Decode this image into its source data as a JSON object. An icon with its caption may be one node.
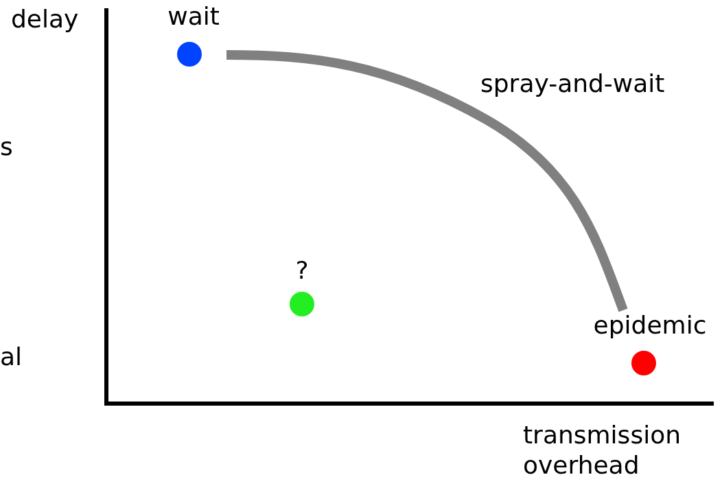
{
  "diagram": {
    "nodes": [
      {
        "text": [
          "wait"
        ]
      },
      {
        "text": [
          "?"
        ]
      },
      {
        "text": [
          "epidemic"
        ]
      }
    ],
    "edges": [
      {
        "from": 0,
        "to": 2,
        "arrow": "none",
        "label": "spray-and-wait"
      }
    ],
    "labels": [
      "delay",
      "s",
      "al",
      "transmission overhead"
    ]
  }
}
